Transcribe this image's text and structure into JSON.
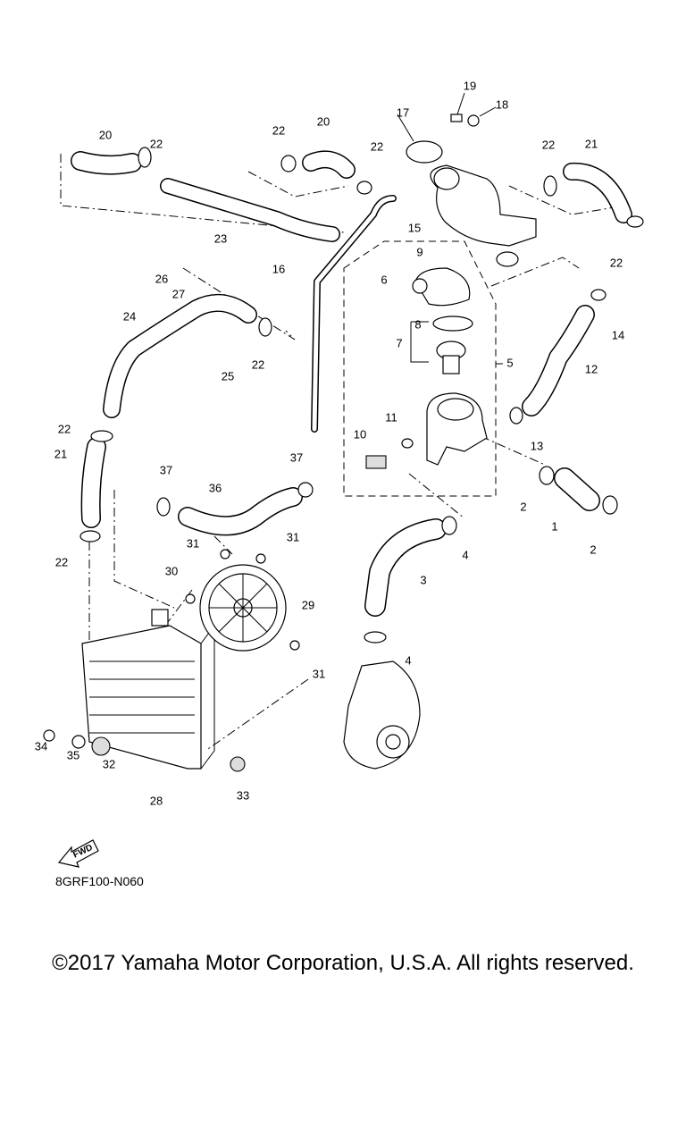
{
  "diagram": {
    "title": "Radiator / Hose cooling system parts diagram",
    "callouts": [
      "20",
      "22",
      "23",
      "22",
      "20",
      "22",
      "17",
      "19",
      "18",
      "22",
      "21",
      "15",
      "9",
      "16",
      "6",
      "8",
      "7",
      "5",
      "22",
      "14",
      "12",
      "26",
      "27",
      "24",
      "22",
      "25",
      "22",
      "21",
      "11",
      "10",
      "13",
      "37",
      "36",
      "37",
      "2",
      "1",
      "2",
      "31",
      "31",
      "30",
      "29",
      "3",
      "4",
      "22",
      "4",
      "31",
      "34",
      "35",
      "32",
      "28",
      "33"
    ],
    "fwd_label": "FWD",
    "diagram_code": "8GRF100-N060"
  },
  "footer": {
    "copyright": "©2017 Yamaha Motor Corporation, U.S.A. All rights reserved."
  }
}
